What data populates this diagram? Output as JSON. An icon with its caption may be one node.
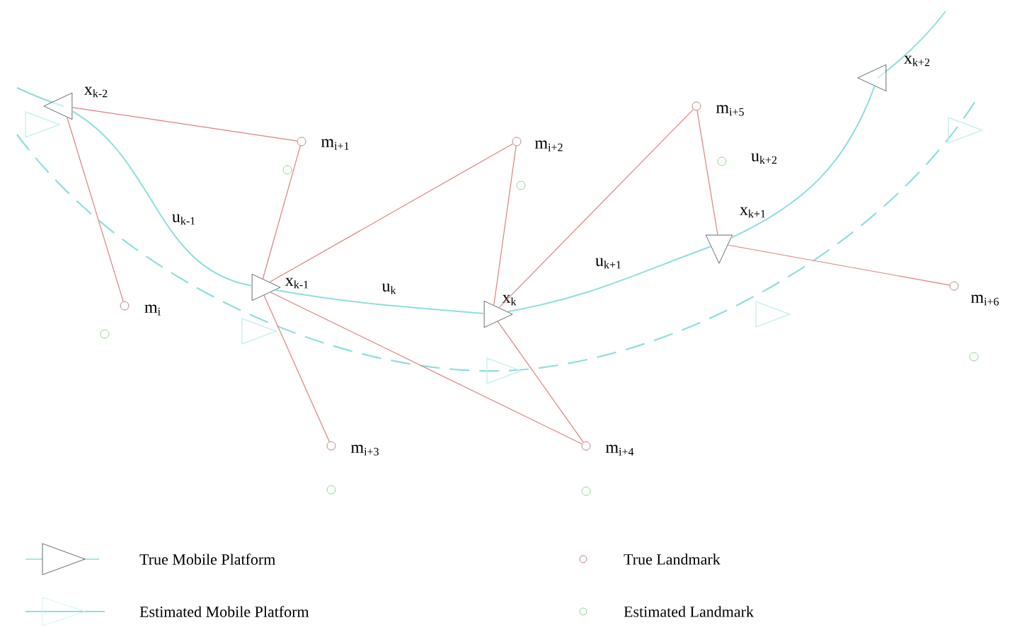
{
  "diagram": {
    "nodes": [
      {
        "text": [],
        "shape": "triangle",
        "beside": [
          "x$_{k-2}$"
        ]
      },
      {
        "text": [],
        "shape": "triangle",
        "beside": [
          "x$_{k-1}$"
        ]
      },
      {
        "text": [],
        "shape": "triangle",
        "beside": [
          "x$_{k}$"
        ]
      },
      {
        "text": [],
        "shape": "triangle",
        "beside": [
          "x$_{k+1}$"
        ]
      },
      {
        "text": [],
        "shape": "triangle",
        "beside": [
          "x$_{k+2}$"
        ]
      },
      {
        "text": [],
        "shape": "circle",
        "beside": [
          "m$_{i}$"
        ]
      },
      {
        "text": [],
        "shape": "circle",
        "beside": [
          "m$_{i+1}$"
        ]
      },
      {
        "text": [],
        "shape": "circle",
        "beside": [
          "m$_{i+2}$"
        ]
      },
      {
        "text": [],
        "shape": "circle",
        "beside": [
          "m$_{i+3}$"
        ]
      },
      {
        "text": [],
        "shape": "circle",
        "beside": [
          "m$_{i+4}$"
        ]
      },
      {
        "text": [],
        "shape": "circle",
        "beside": [
          "m$_{i+5}$"
        ]
      },
      {
        "text": [],
        "shape": "circle",
        "beside": [
          "m$_{i+6}$"
        ]
      },
      {
        "text": [],
        "shape": "circle"
      },
      {
        "text": [],
        "shape": "circle"
      },
      {
        "text": [],
        "shape": "circle"
      },
      {
        "text": [],
        "shape": "circle"
      },
      {
        "text": [],
        "shape": "circle"
      },
      {
        "text": [],
        "shape": "circle"
      },
      {
        "text": [],
        "shape": "circle"
      }
    ],
    "edges": [
      {
        "from": 0,
        "to": 6,
        "arrow": "none"
      },
      {
        "from": 0,
        "to": 5,
        "arrow": "none"
      },
      {
        "from": 1,
        "to": 6,
        "arrow": "none"
      },
      {
        "from": 1,
        "to": 7,
        "arrow": "none"
      },
      {
        "from": 1,
        "to": 8,
        "arrow": "none"
      },
      {
        "from": 1,
        "to": 9,
        "arrow": "none"
      },
      {
        "from": 2,
        "to": 7,
        "arrow": "none"
      },
      {
        "from": 2,
        "to": 10,
        "arrow": "none"
      },
      {
        "from": 2,
        "to": 9,
        "arrow": "none"
      },
      {
        "from": 3,
        "to": 10,
        "arrow": "none"
      },
      {
        "from": 3,
        "to": 11,
        "arrow": "none"
      },
      {
        "from": 0,
        "to": 1,
        "arrow": "none",
        "label": "u$_{k-1}$",
        "color": "#8fdede"
      },
      {
        "from": 1,
        "to": 2,
        "arrow": "none",
        "label": "u$_{k}$",
        "color": "#8fdede"
      },
      {
        "from": 2,
        "to": 3,
        "arrow": "none",
        "label": "u$_{k+1}$",
        "color": "#8fdede"
      },
      {
        "from": 3,
        "to": 4,
        "arrow": "none",
        "label": "u$_{k+2}$",
        "color": "#8fdede"
      }
    ],
    "legend": [
      {
        "text": "True Mobile Platform"
      },
      {
        "text": "Estimated Mobile Platform"
      },
      {
        "text": "True Landmark"
      },
      {
        "text": "Estimated Landmark"
      }
    ]
  }
}
